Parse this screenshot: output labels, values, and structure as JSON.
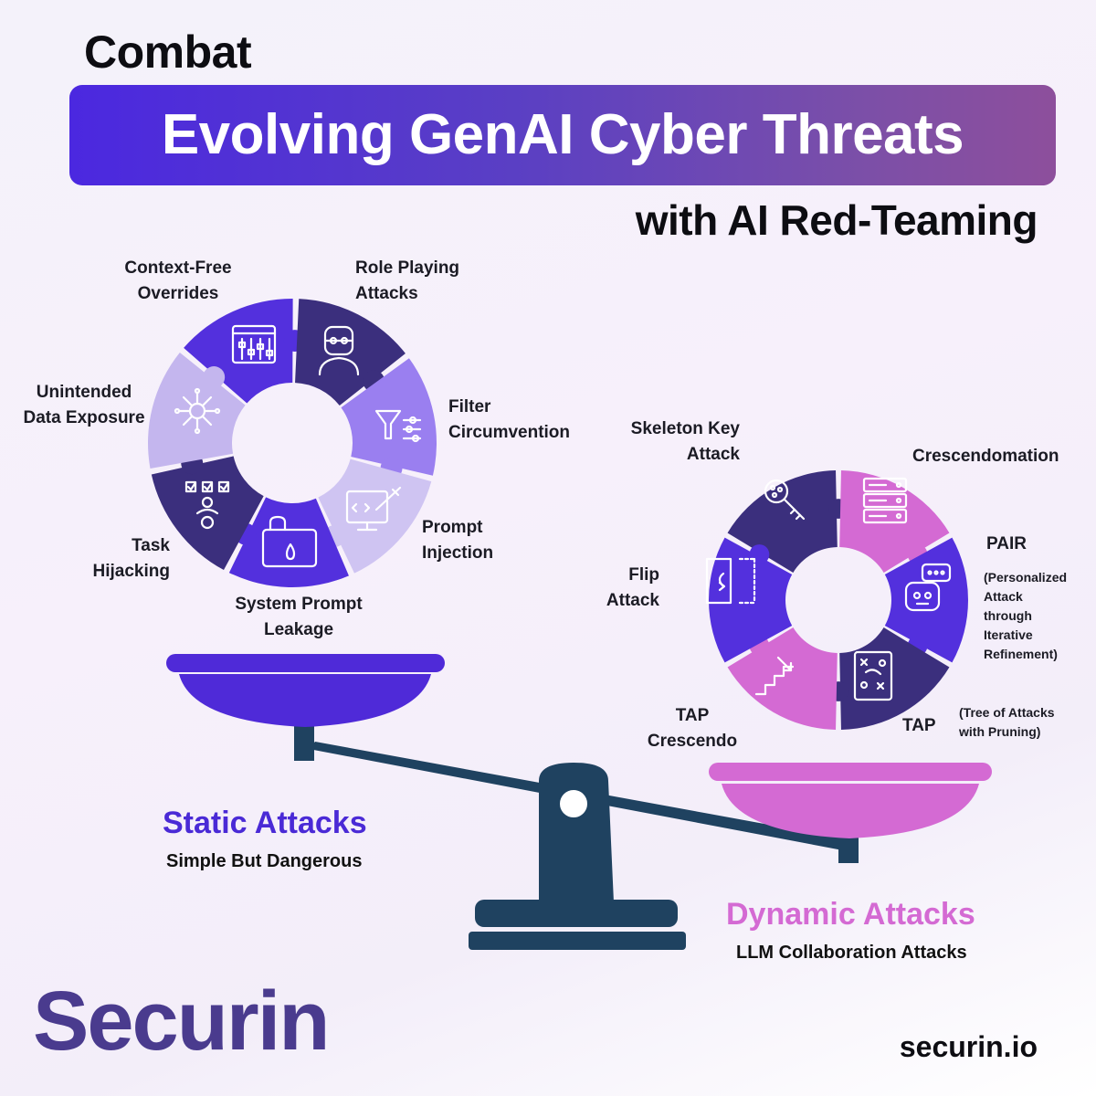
{
  "header": {
    "combat": "Combat",
    "main": "Evolving GenAI Cyber Threats",
    "sub": "with AI Red-Teaming"
  },
  "static_wheel": {
    "items": [
      {
        "label_1": "Context-Free",
        "label_2": "Overrides",
        "icon": "control-panel-icon",
        "color": "#5330dd"
      },
      {
        "label_1": "Role Playing",
        "label_2": "Attacks",
        "icon": "masked-person-icon",
        "color": "#3b2f7d"
      },
      {
        "label_1": "Filter",
        "label_2": "Circumvention",
        "icon": "funnel-filter-icon",
        "color": "#9a7ff0"
      },
      {
        "label_1": "Prompt",
        "label_2": "Injection",
        "icon": "code-syringe-icon",
        "color": "#cfc4f2"
      },
      {
        "label_1": "System Prompt",
        "label_2": "Leakage",
        "icon": "lock-leak-icon",
        "color": "#5330dd"
      },
      {
        "label_1": "Task",
        "label_2": "Hijacking",
        "icon": "task-checklist-icon",
        "color": "#3b2f7d"
      },
      {
        "label_1": "Unintended",
        "label_2": "Data Exposure",
        "icon": "network-hub-icon",
        "color": "#c4b6ee"
      }
    ]
  },
  "dynamic_wheel": {
    "items": [
      {
        "label_1": "Skeleton Key",
        "label_2": "Attack",
        "icon": "key-icon",
        "color": "#3b2f7d"
      },
      {
        "label_1": "Crescendomation",
        "label_2": "",
        "icon": "server-stack-icon",
        "color": "#d46ad3"
      },
      {
        "label_1": "PAIR",
        "label_2": "",
        "icon": "robot-chat-icon",
        "color": "#5330dd"
      },
      {
        "label_1": "TAP",
        "label_2": "",
        "icon": "strategy-board-icon",
        "color": "#3b2f7d"
      },
      {
        "label_1": "TAP",
        "label_2": "Crescendo",
        "icon": "stairs-arrow-icon",
        "color": "#d46ad3"
      },
      {
        "label_1": "Flip",
        "label_2": "Attack",
        "icon": "flip-door-icon",
        "color": "#5330dd"
      }
    ],
    "pair_note": [
      "(Personalized",
      "Attack",
      "through",
      "Iterative",
      "Refinement)"
    ],
    "tap_note": [
      "(Tree of Attacks",
      "with Pruning)"
    ]
  },
  "scale": {
    "left_pan_color": "#4f2ad8",
    "right_pan_color": "#d46ad3",
    "beam_color": "#1f4260"
  },
  "static_attacks": {
    "title": "Static Attacks",
    "subtitle": "Simple But Dangerous"
  },
  "dynamic_attacks": {
    "title": "Dynamic Attacks",
    "subtitle": "LLM Collaboration Attacks"
  },
  "footer": {
    "logo": "Securin",
    "website": "securin.io"
  }
}
